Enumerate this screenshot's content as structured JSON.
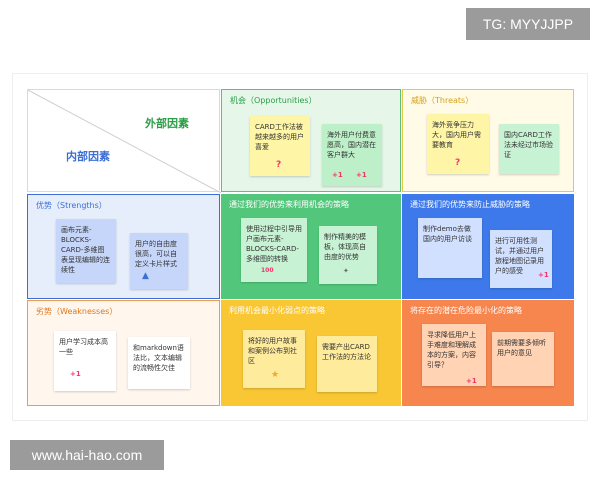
{
  "watermarks": {
    "top": "TG: MYYJJPP",
    "bottom": "www.hai-hao.com"
  },
  "corner": {
    "external": "外部因素",
    "internal": "内部因素"
  },
  "opportunities": {
    "title": "机会（Opportunities）",
    "notes": [
      "CARD工作法被越来越多的用户喜爱",
      "海外用户付费意愿高，国内潜在客户群大"
    ]
  },
  "threats": {
    "title": "威胁（Threats）",
    "notes": [
      "海外竞争压力大，国内用户需要教育",
      "国内CARD工作法未经过市场验证"
    ]
  },
  "strengths": {
    "title": "优势（Strengths）",
    "notes": [
      "画布元素-BLOCKS-CARD-多维图表呈现编辑的连续性",
      "用户的自由度很高，可以自定义卡片样式"
    ]
  },
  "so": {
    "title": "通过我们的优势来利用机会的策略",
    "notes": [
      "使用过程中引导用户画布元素-BLOCKS-CARD-多维图的转换",
      "制作精美的模板，体现高自由度的优势"
    ]
  },
  "st": {
    "title": "通过我们的优势来防止威胁的策略",
    "notes": [
      "制作demo去做国内的用户访谈",
      "进行可用性测试，并通过用户旅程地图记录用户的感受"
    ]
  },
  "weaknesses": {
    "title": "劣势（Weaknesses）",
    "notes": [
      "用户学习成本高一些",
      "和markdown语法比，文本编辑的流畅性欠佳"
    ]
  },
  "wo": {
    "title": "利用机会最小化弱点的策略",
    "notes": [
      "将好的用户故事和案例公布到社区",
      "需要产出CARD工作法的方法论"
    ]
  },
  "wt": {
    "title": "将存在的潜在危险最小化的策略",
    "notes": [
      "寻求降低用户上手难度和理解成本的方案，内容引导？",
      "前期需要多倾听用户的意见"
    ]
  },
  "colors": {
    "opportunities": "#58c27a",
    "threats": "#e8c84a",
    "strengths": "#3b6fd6",
    "weaknesses": "#ee9a4f",
    "so": "#52c77b",
    "st": "#3d79ea",
    "wo": "#f9c634",
    "wt": "#f7854e"
  },
  "icons": [
    "question-mark-icon",
    "plus-one-icon",
    "thumbs-up-icon",
    "100-icon",
    "sparkle-icon",
    "star-icon"
  ]
}
